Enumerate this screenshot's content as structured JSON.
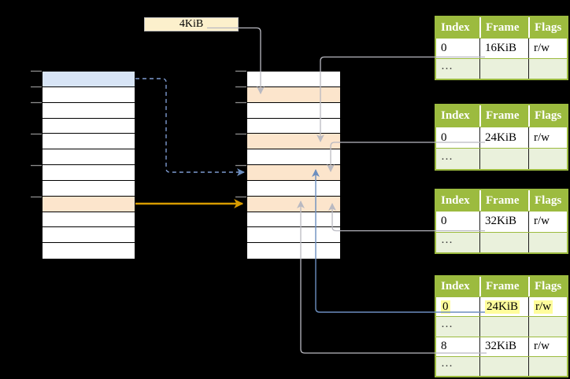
{
  "page_size_label": {
    "text": "4KiB"
  },
  "memory_columns": {
    "left": {
      "rows": [
        "blue",
        "white",
        "white",
        "white",
        "white",
        "white",
        "white",
        "white",
        "peach",
        "white",
        "white",
        "white"
      ]
    },
    "middle": {
      "rows": [
        "white",
        "peach",
        "white",
        "white",
        "peach",
        "white",
        "peach",
        "white",
        "peach",
        "white",
        "white",
        "white"
      ]
    }
  },
  "frame_tables": [
    {
      "id": "table-16kib",
      "headers": [
        "Index",
        "Frame",
        "Flags"
      ],
      "rows": [
        {
          "style": "data",
          "highlight": false,
          "cells": [
            "0",
            "16KiB",
            "r/w"
          ]
        },
        {
          "style": "dots",
          "highlight": false,
          "cells": [
            "…",
            "",
            ""
          ]
        }
      ]
    },
    {
      "id": "table-24kib",
      "headers": [
        "Index",
        "Frame",
        "Flags"
      ],
      "rows": [
        {
          "style": "data",
          "highlight": false,
          "cells": [
            "0",
            "24KiB",
            "r/w"
          ]
        },
        {
          "style": "dots",
          "highlight": false,
          "cells": [
            "…",
            "",
            ""
          ]
        }
      ]
    },
    {
      "id": "table-32kib",
      "headers": [
        "Index",
        "Frame",
        "Flags"
      ],
      "rows": [
        {
          "style": "data",
          "highlight": false,
          "cells": [
            "0",
            "32KiB",
            "r/w"
          ]
        },
        {
          "style": "dots",
          "highlight": false,
          "cells": [
            "…",
            "",
            ""
          ]
        }
      ]
    },
    {
      "id": "table-l2",
      "headers": [
        "Index",
        "Frame",
        "Flags"
      ],
      "rows": [
        {
          "style": "data",
          "highlight": true,
          "cells": [
            "0",
            "24KiB",
            "r/w"
          ]
        },
        {
          "style": "dots",
          "highlight": false,
          "cells": [
            "…",
            "",
            ""
          ]
        },
        {
          "style": "data",
          "highlight": false,
          "cells": [
            "8",
            "32KiB",
            "r/w"
          ]
        },
        {
          "style": "dots",
          "highlight": false,
          "cells": [
            "…",
            "",
            ""
          ]
        }
      ]
    }
  ],
  "colors": {
    "accent_orange": "#D79B00",
    "accent_blue": "#6C8EBF",
    "connector_gray": "#B9B9C1",
    "dashed_blue": "#7D9AD0",
    "cell_peach": "#FCE5CC",
    "cell_blue": "#D8E5F6",
    "table_header_green": "#9CBB3F",
    "table_row_green": "#EAF1DC",
    "highlight_yellow": "#FFFD9C",
    "label_cream": "#FCF0CC"
  }
}
